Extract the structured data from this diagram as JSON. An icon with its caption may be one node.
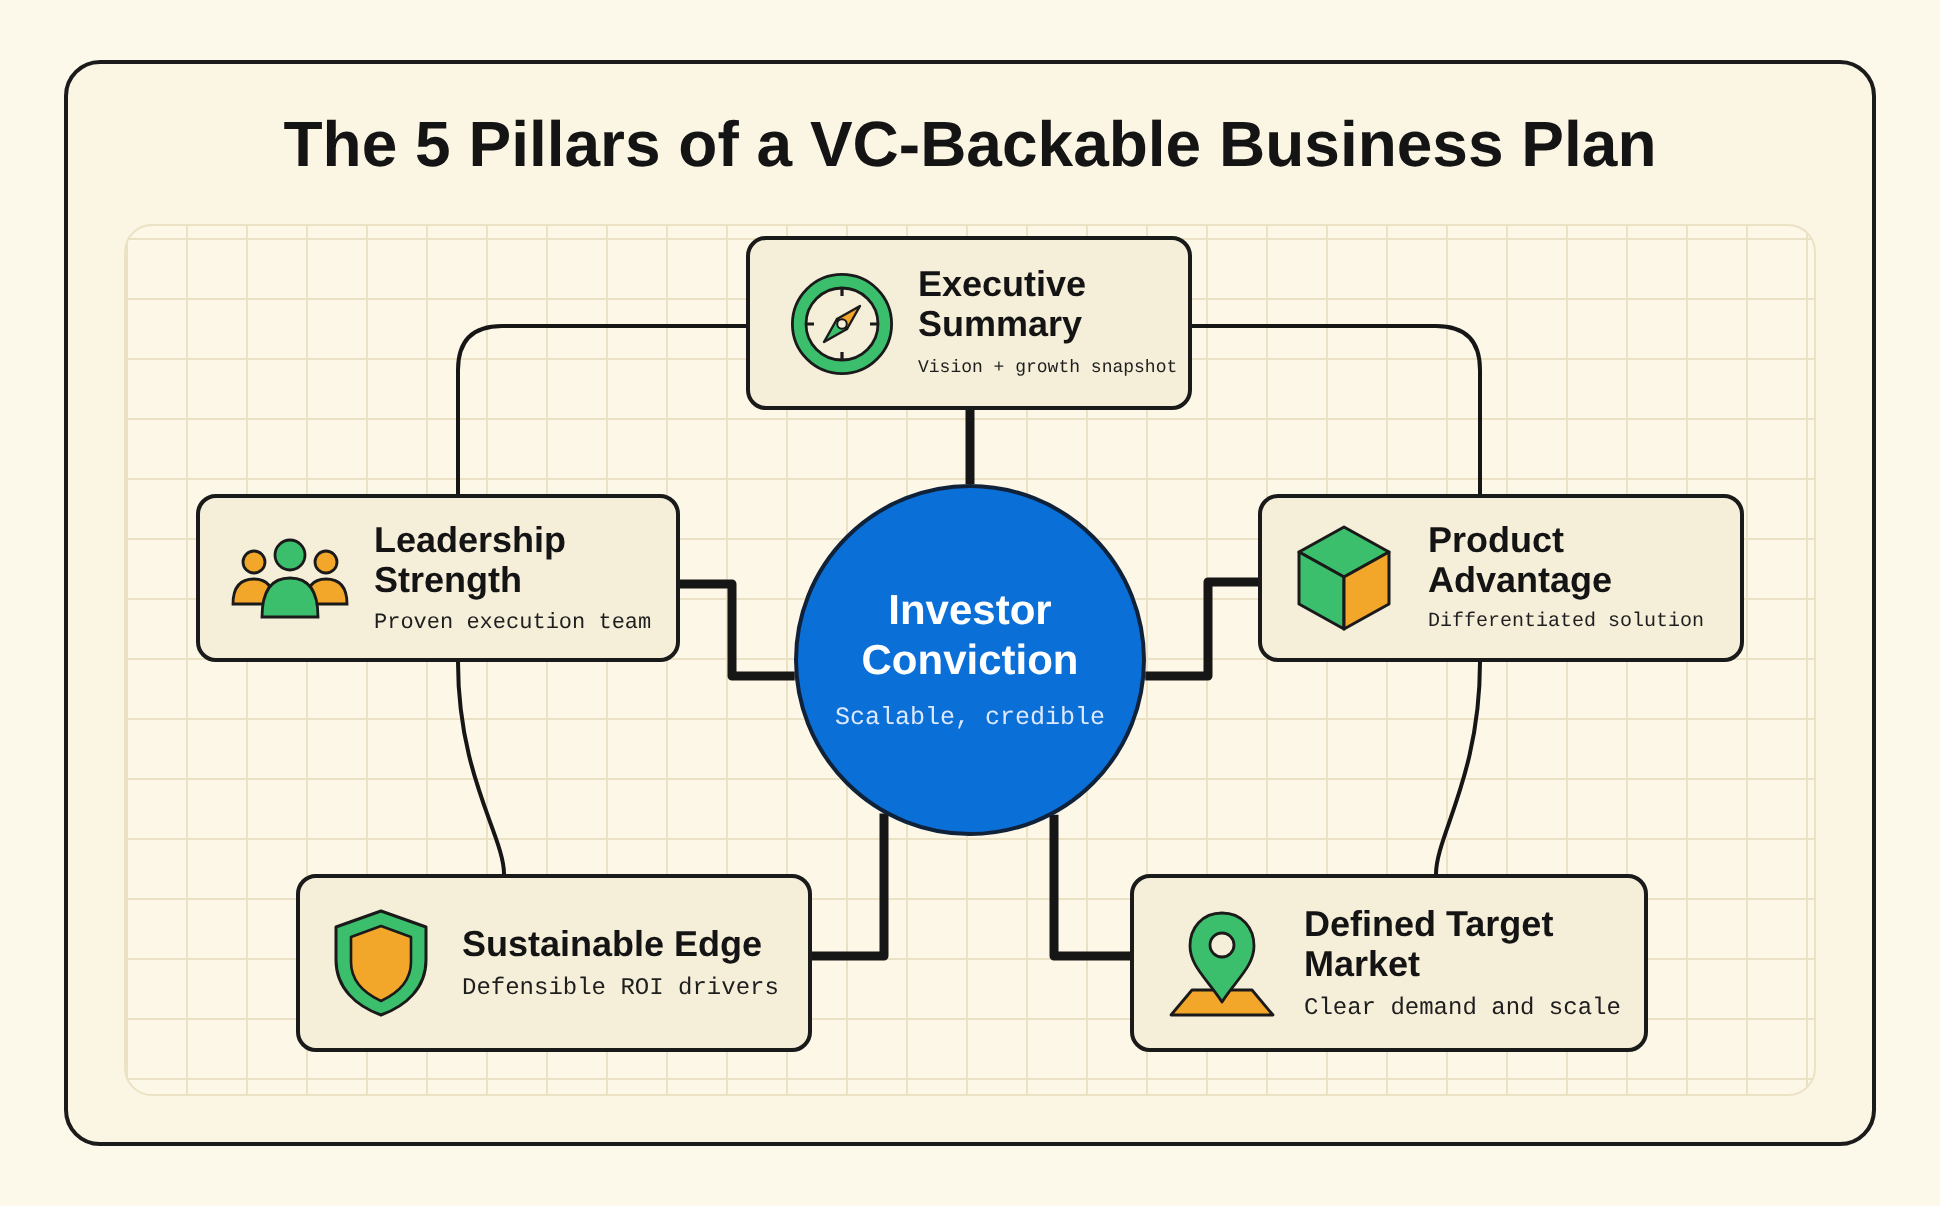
{
  "diagram": {
    "title": "The 5 Pillars of a VC-Backable Business Plan",
    "nodes": [
      {
        "text": [
          "Executive Summary",
          "Vision + growth snapshot"
        ]
      },
      {
        "text": [
          "Leadership Strength",
          "Proven execution team"
        ]
      },
      {
        "text": [
          "Investor Conviction",
          "Scalable, credible"
        ]
      },
      {
        "text": [
          "Product Advantage",
          "Differentiated solution"
        ]
      },
      {
        "text": [
          "Sustainable Edge",
          "Defensible ROI drivers"
        ]
      },
      {
        "text": [
          "Defined Target Market",
          "Clear demand and scale"
        ]
      }
    ],
    "edges": [
      {
        "from": 2,
        "to": 0,
        "arrow": "none"
      },
      {
        "from": 2,
        "to": 1,
        "arrow": "none"
      },
      {
        "from": 2,
        "to": 3,
        "arrow": "none"
      },
      {
        "from": 2,
        "to": 4,
        "arrow": "none"
      },
      {
        "from": 2,
        "to": 5,
        "arrow": "none"
      },
      {
        "from": 1,
        "to": 0,
        "arrow": "none"
      },
      {
        "from": 0,
        "to": 3,
        "arrow": "none"
      },
      {
        "from": 1,
        "to": 4,
        "arrow": "none"
      },
      {
        "from": 3,
        "to": 5,
        "arrow": "none"
      }
    ]
  }
}
